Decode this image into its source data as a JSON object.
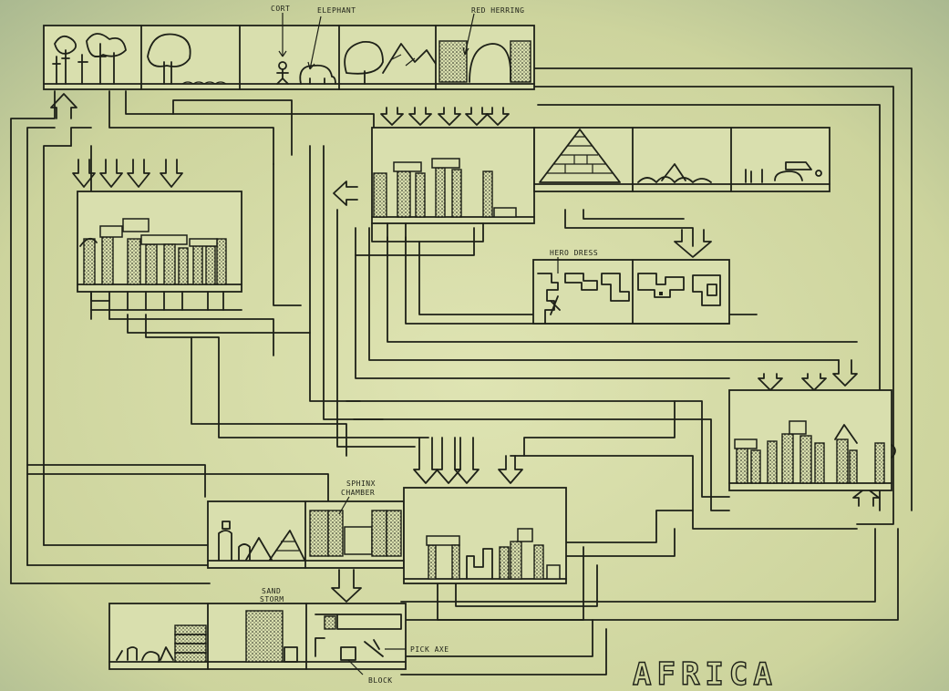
{
  "title": "AFRICA",
  "labels": {
    "cort": "CORT",
    "elephant": "ELEPHANT",
    "red_herring": "RED HERRING",
    "hero_dress": "HERO DRESS",
    "sphinx_chamber_1": "SPHINX",
    "sphinx_chamber_2": "CHAMBER",
    "sand_storm_1": "SAND",
    "sand_storm_2": "STORM",
    "pick_axe": "PICK AXE",
    "block": "BLOCK"
  },
  "colors": {
    "paper": "#d2d8a4",
    "ink": "#1e2118"
  }
}
